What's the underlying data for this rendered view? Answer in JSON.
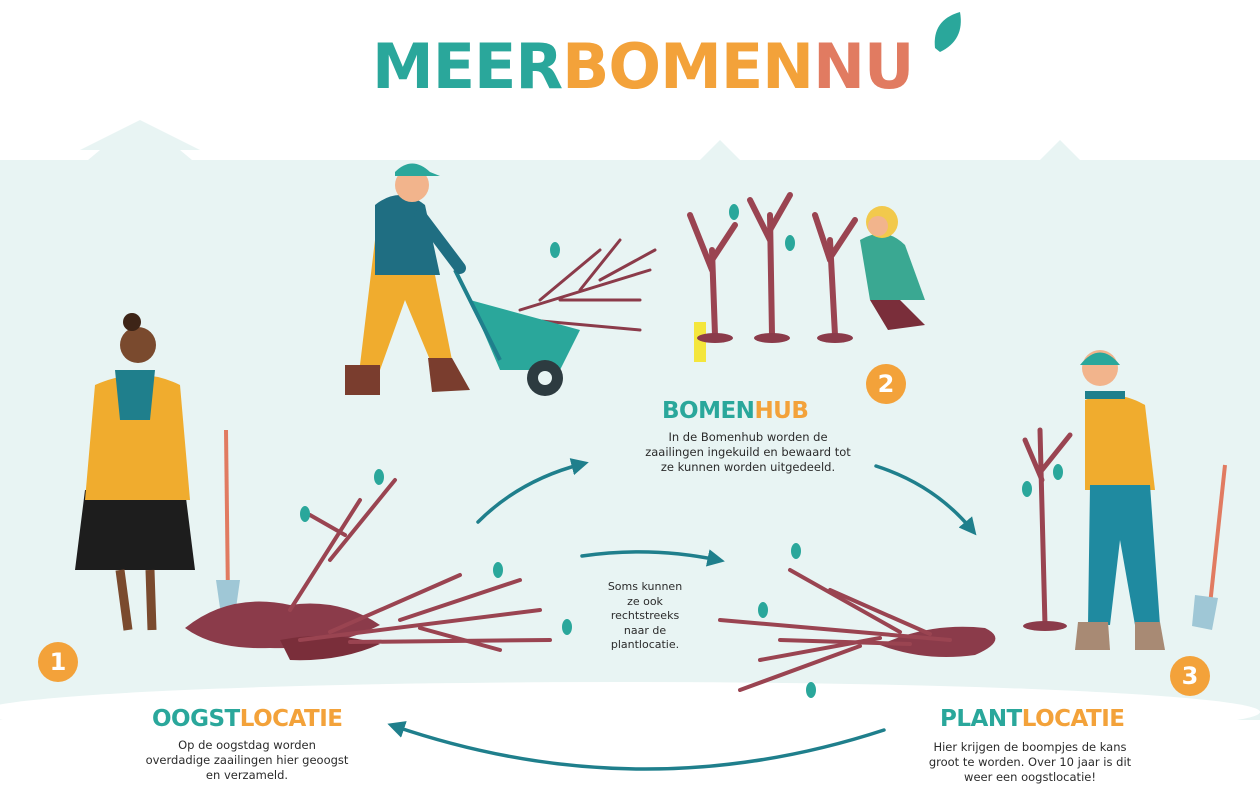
{
  "logo": {
    "part1": "MEER",
    "part2": "BOMEN",
    "part3": "NU"
  },
  "colors": {
    "teal": "#2aa79b",
    "orange": "#f3a23a",
    "coral": "#e17b61",
    "arrow": "#1f7f8c",
    "bg_tint": "#e8f4f3"
  },
  "steps": [
    {
      "number": "1",
      "title_a": "OOGST",
      "title_b": "LOCATIE",
      "lines": [
        "Op de oogstdag worden",
        "overdadige zaailingen hier geoogst",
        "en verzameld."
      ]
    },
    {
      "number": "2",
      "title_a": "BOMEN",
      "title_b": "HUB",
      "lines": [
        "In de Bomenhub worden de",
        "zaailingen ingekuild en bewaard tot",
        "ze kunnen worden uitgedeeld."
      ]
    },
    {
      "number": "3",
      "title_a": "PLANT",
      "title_b": "LOCATIE",
      "lines": [
        "Hier krijgen de boompjes de kans",
        "groot te worden. Over 10 jaar is dit",
        "weer een oogstlocatie!"
      ]
    }
  ],
  "shortcut": {
    "lines": [
      "Soms kunnen",
      "ze ook",
      "rechtstreeks",
      "naar de",
      "plantlocatie."
    ]
  }
}
